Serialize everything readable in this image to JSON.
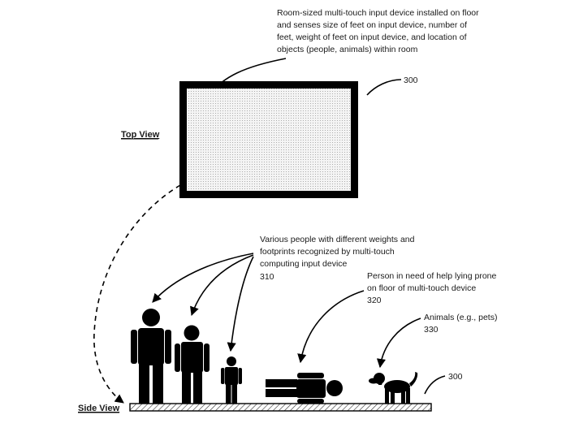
{
  "top_caption": [
    "Room-sized multi-touch input device installed on floor",
    "and senses size of feet on input device, number of",
    "feet, weight of feet on input device, and location of",
    "objects (people, animals) within room"
  ],
  "top_ref": "300",
  "top_view_label": "Top View",
  "people_caption": [
    "Various people with different weights and",
    "footprints recognized by multi-touch",
    "computing input device",
    "310"
  ],
  "prone_caption": [
    "Person in need of help lying prone",
    "on floor of multi-touch device",
    "320"
  ],
  "animal_caption": [
    "Animals (e.g., pets)",
    "330"
  ],
  "side_ref": "300",
  "side_view_label": "Side View"
}
